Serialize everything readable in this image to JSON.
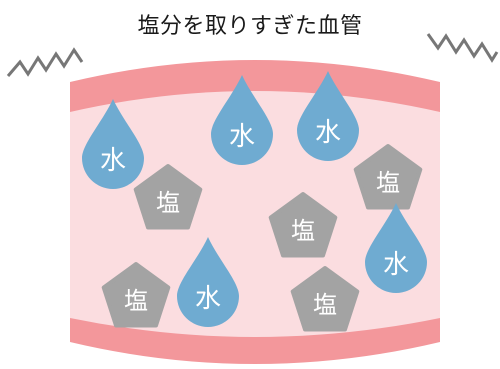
{
  "title": "塩分を取りすぎた血管",
  "colors": {
    "vessel_wall": "#f3979b",
    "vessel_interior": "#fbdde0",
    "water_drop": "#6fabd1",
    "salt_pentagon": "#a3a3a3",
    "zigzag": "#777777"
  },
  "water_label": "水",
  "salt_label": "塩",
  "water_count": 5,
  "salt_count": 5
}
